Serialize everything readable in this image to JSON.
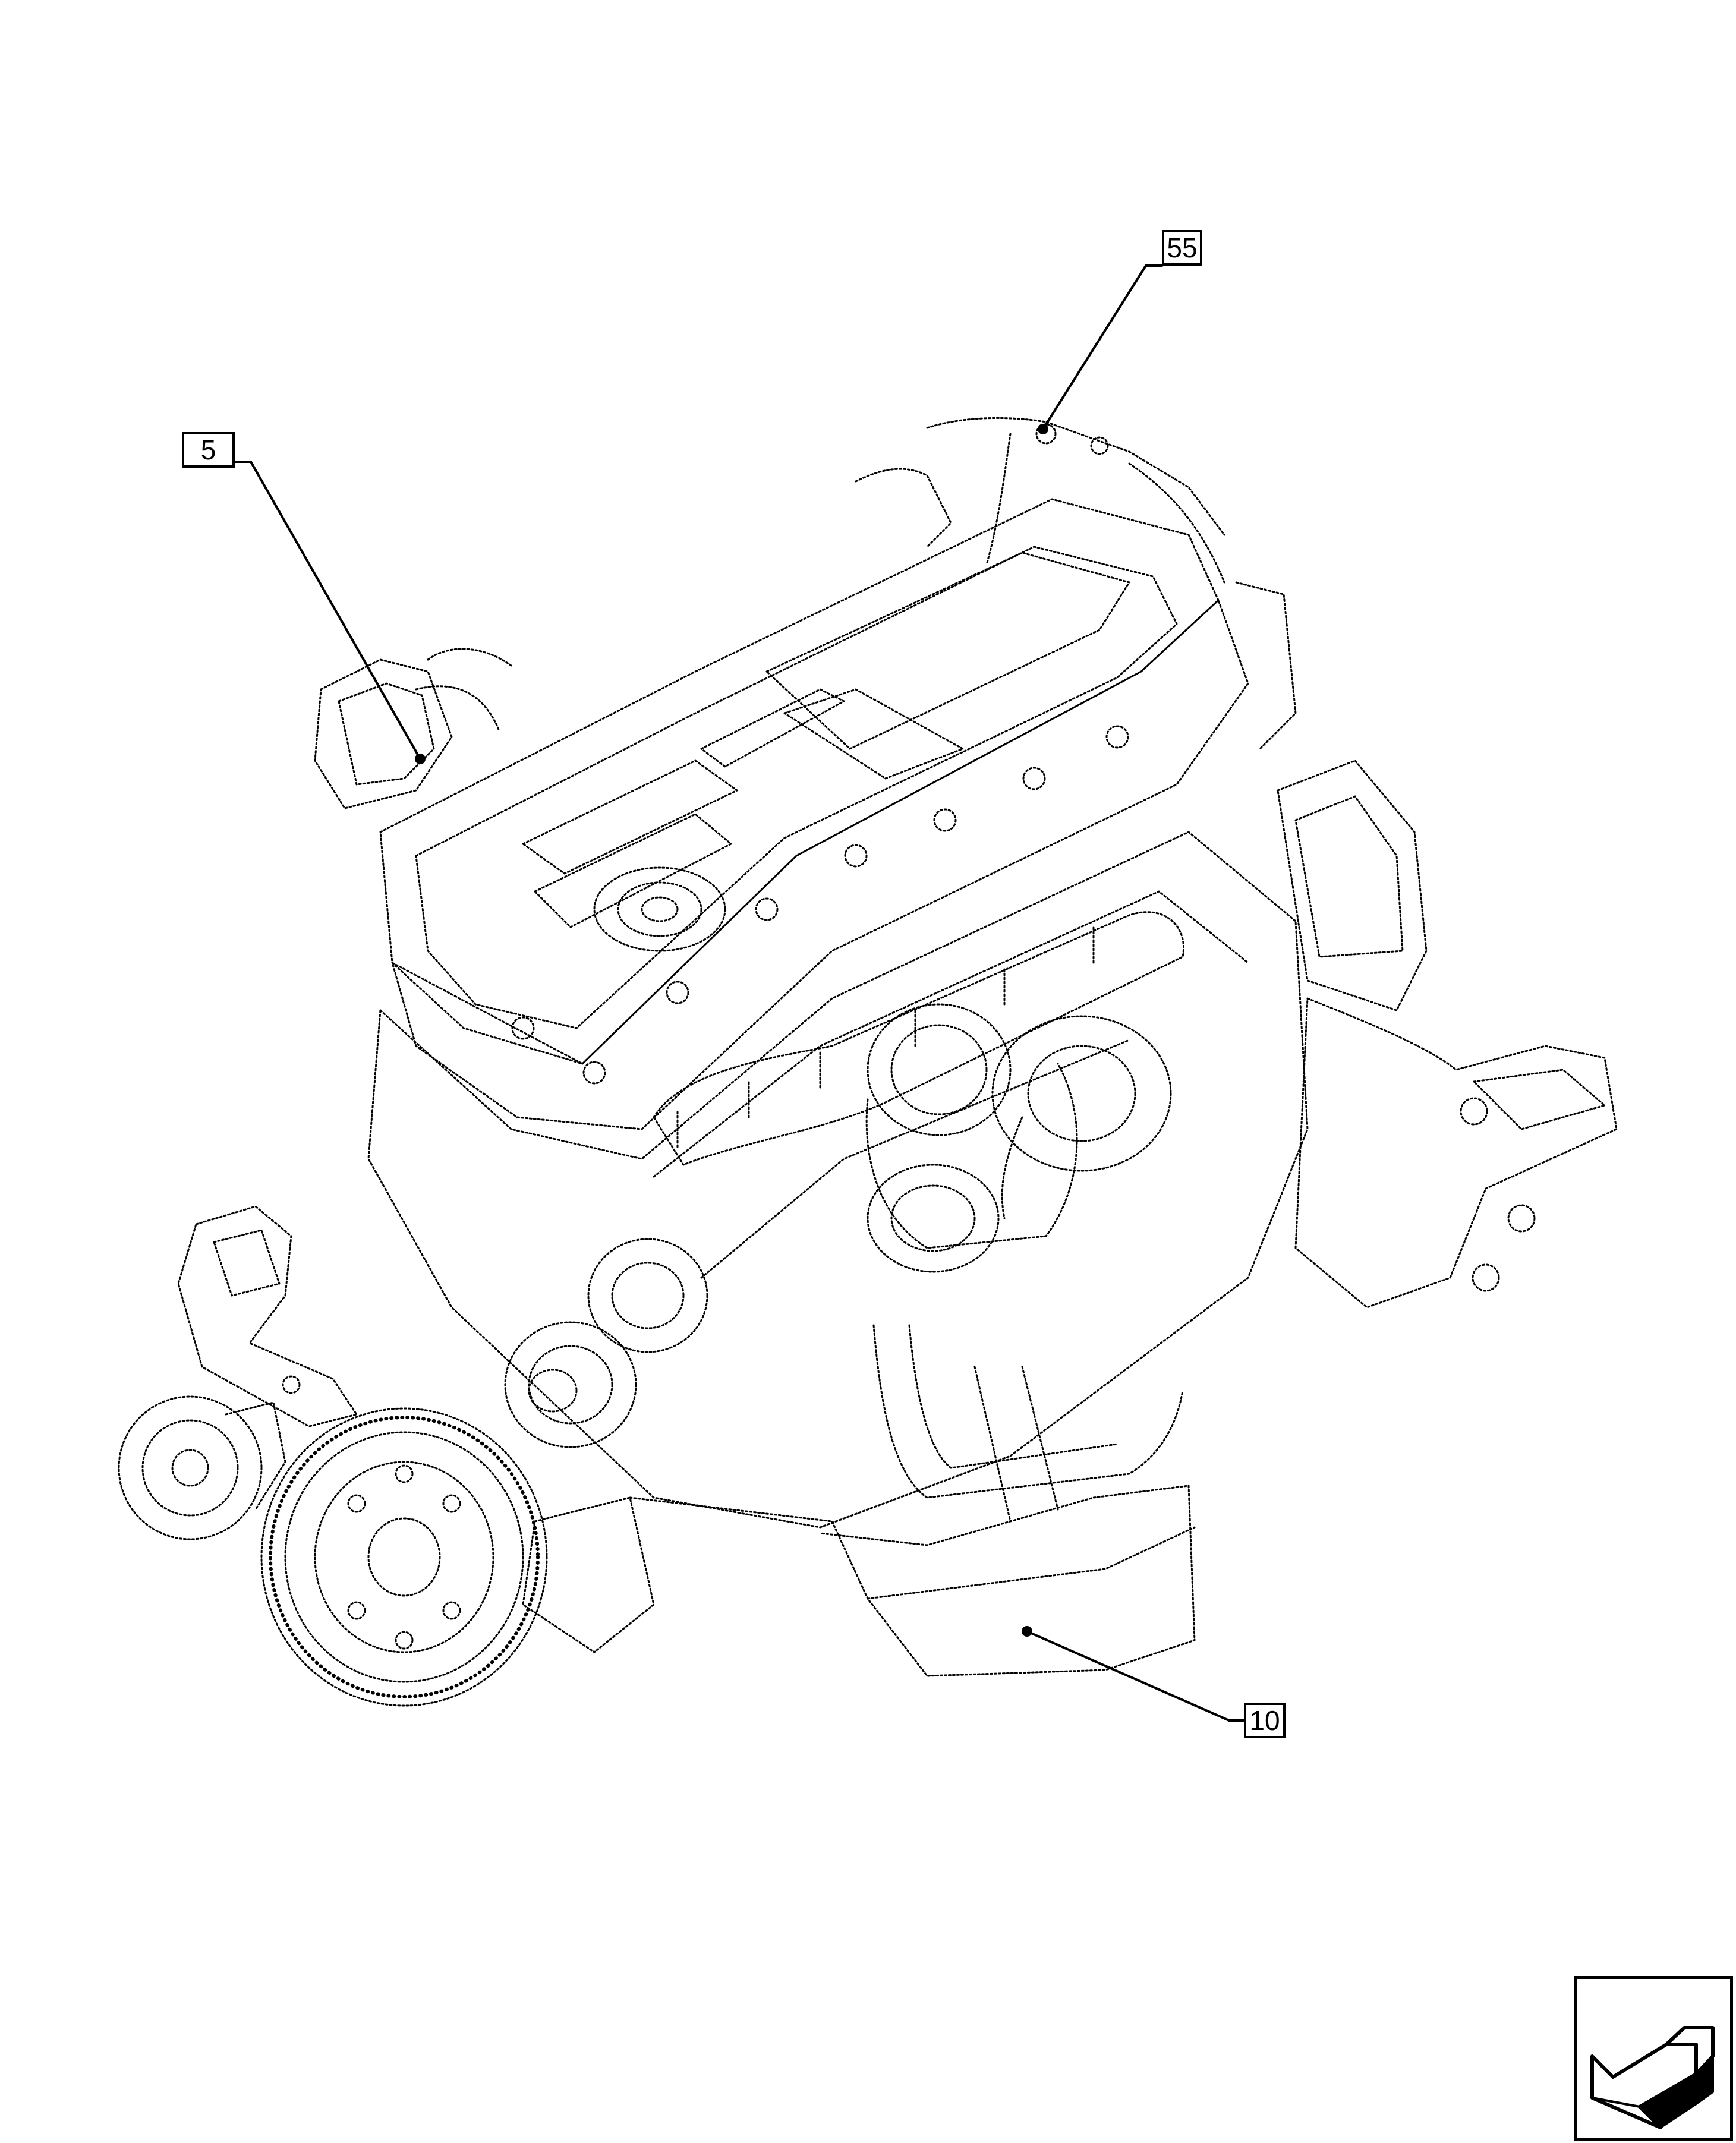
{
  "callouts": [
    {
      "id": "callout-55",
      "label": "55"
    },
    {
      "id": "callout-5",
      "label": "5"
    },
    {
      "id": "callout-10",
      "label": "10"
    }
  ],
  "nav_icon": "next-page-arrow-icon",
  "colors": {
    "line": "#000000",
    "background": "#ffffff"
  }
}
